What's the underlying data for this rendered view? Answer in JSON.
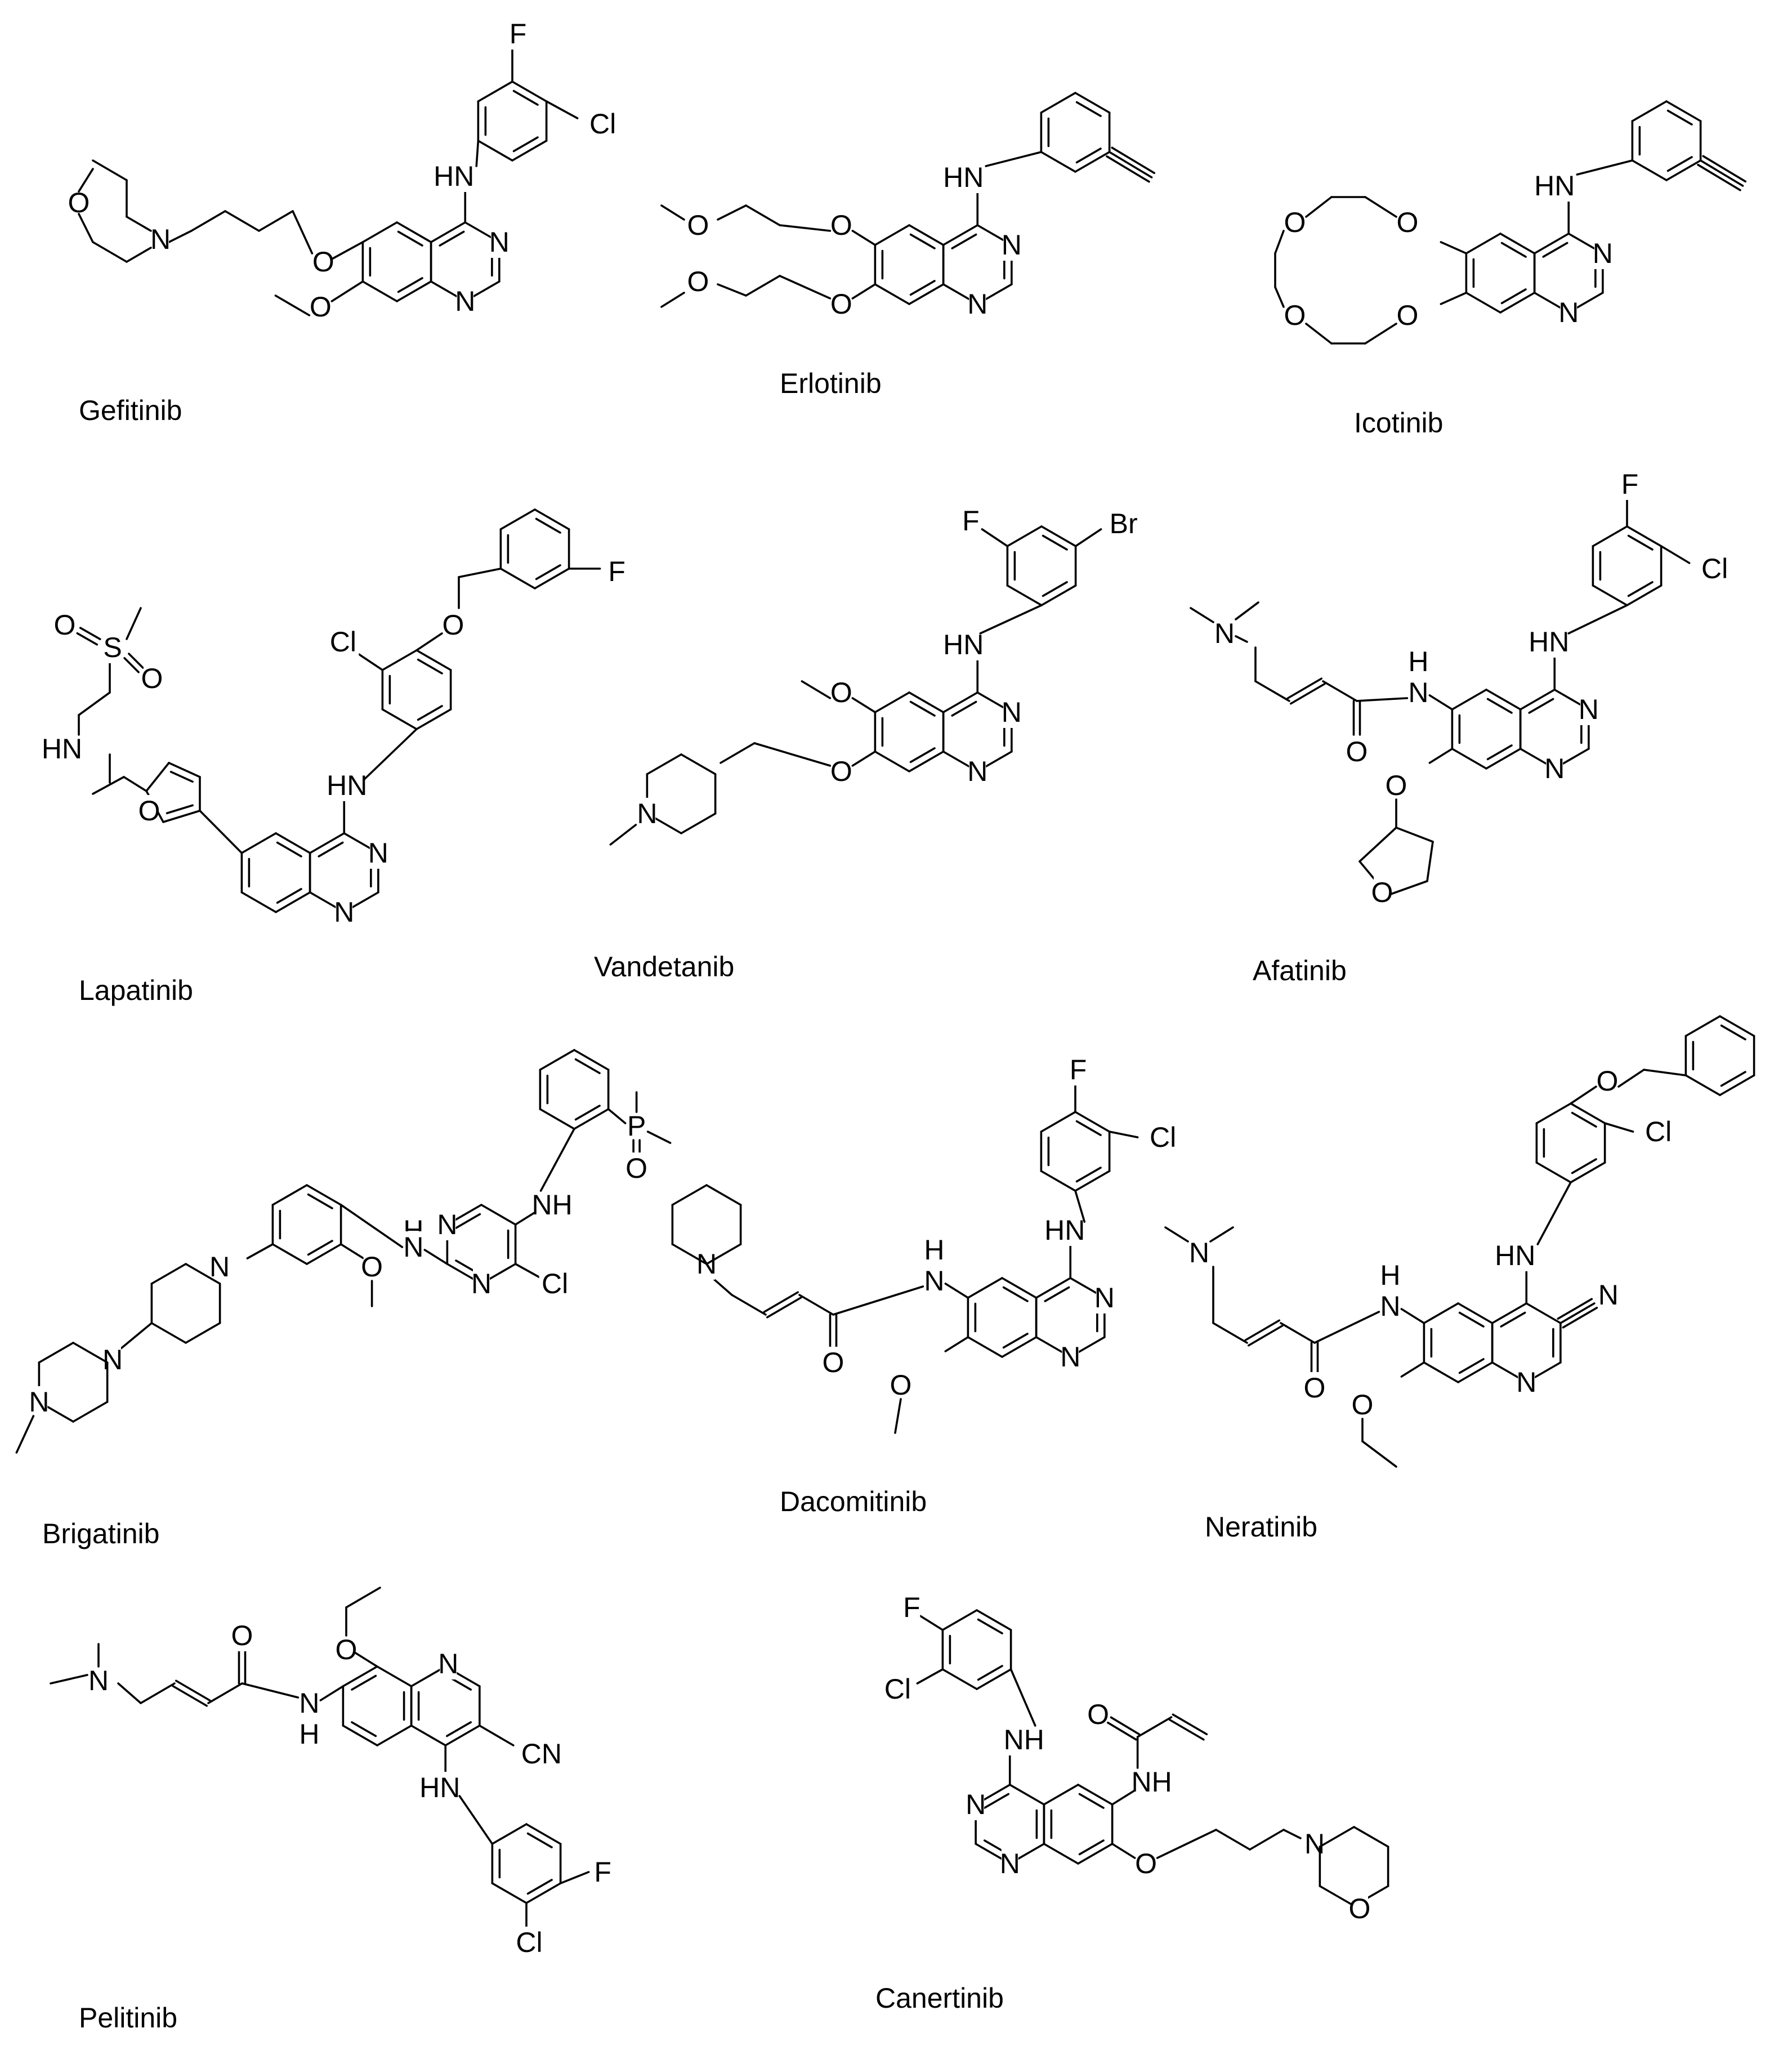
{
  "compounds": [
    {
      "id": "gefitinib",
      "name": "Gefitinib"
    },
    {
      "id": "erlotinib",
      "name": "Erlotinib"
    },
    {
      "id": "icotinib",
      "name": "Icotinib"
    },
    {
      "id": "lapatinib",
      "name": "Lapatinib"
    },
    {
      "id": "vandetanib",
      "name": "Vandetanib"
    },
    {
      "id": "afatinib",
      "name": "Afatinib"
    },
    {
      "id": "brigatinib",
      "name": "Brigatinib"
    },
    {
      "id": "dacomitinib",
      "name": "Dacomitinib"
    },
    {
      "id": "neratinib",
      "name": "Neratinib"
    },
    {
      "id": "pelitinib",
      "name": "Pelitinib"
    },
    {
      "id": "canertinib",
      "name": "Canertinib"
    }
  ],
  "atom_labels": {
    "F": "F",
    "Cl": "Cl",
    "Br": "Br",
    "O": "O",
    "N": "N",
    "S": "S",
    "P": "P",
    "HN": "HN",
    "NH": "NH",
    "H": "H",
    "CN": "CN"
  }
}
